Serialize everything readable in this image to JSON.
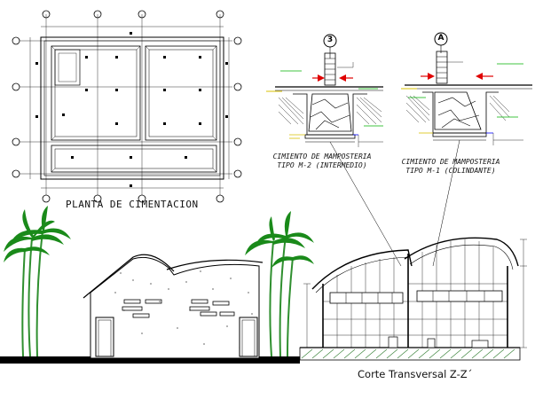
{
  "plan": {
    "title": "PLANTA DE CIMENTACION"
  },
  "details": [
    {
      "axis": "3",
      "title_line1": "CIMIENTO DE MAMPOSTERIA",
      "title_line2": "TIPO M-2 (INTERMEDIO)"
    },
    {
      "axis": "A",
      "title_line1": "CIMIENTO DE MAMPOSTERIA",
      "title_line2": "TIPO M-1 (COLINDANTE)"
    }
  ],
  "section": {
    "title": "Corte Transversal Z-Z´"
  },
  "colors": {
    "line": "#000000",
    "dim_red": "#e00000",
    "dim_green": "#00b000",
    "dim_yellow": "#d8c000",
    "dim_blue": "#0000ff",
    "palm": "#1a8a1a",
    "trunk": "#2f8f2f",
    "ground_green": "#2b7a2b"
  }
}
